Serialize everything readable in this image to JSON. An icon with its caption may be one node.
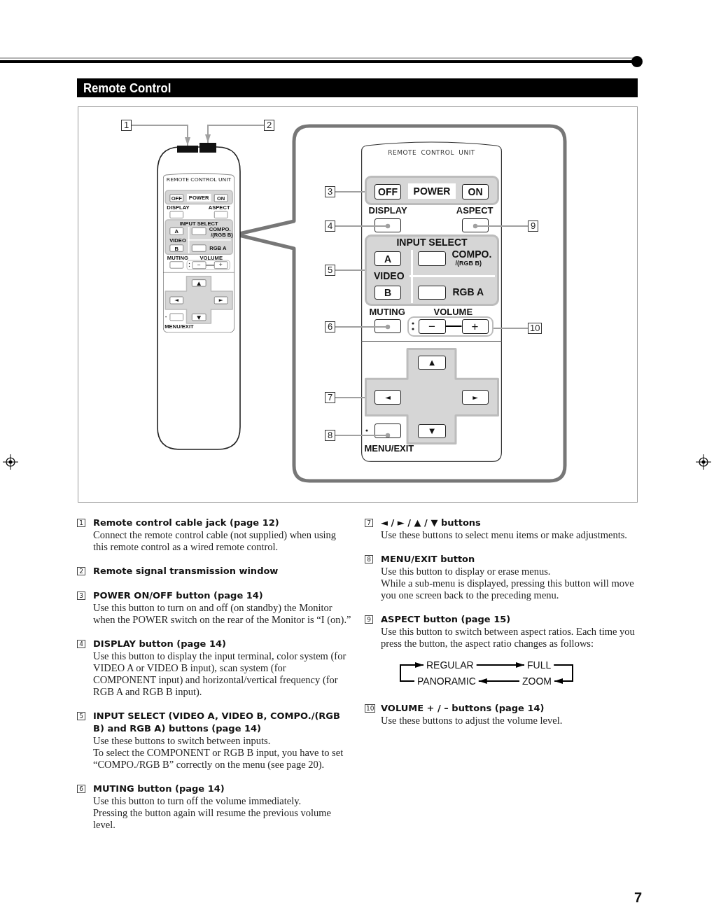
{
  "diagram": {
    "title": "Remote Control",
    "nodes": [
      {
        "text": [
          "1"
        ]
      },
      {
        "text": [
          "2"
        ]
      },
      {
        "text": [],
        "shape": "box"
      },
      {
        "text": [],
        "shape": "box"
      },
      {
        "text": [
          "REMOTE CONTROL UNIT"
        ]
      },
      {
        "text": [
          "POWER"
        ],
        "in": 4
      },
      {
        "text": [
          "OFF"
        ],
        "in": 5
      },
      {
        "text": [
          "ON"
        ],
        "in": 5
      },
      {
        "text": [
          "DISPLAY"
        ],
        "in": 4
      },
      {
        "text": [
          "ASPECT"
        ],
        "in": 4
      },
      {
        "text": [
          "INPUT SELECT",
          "VIDEO"
        ],
        "in": 4
      },
      {
        "text": [
          "A"
        ],
        "in": 10
      },
      {
        "text": [
          "B"
        ],
        "in": 10
      },
      {
        "text": [
          "COMPO.",
          "/(RGB B)"
        ],
        "in": 10
      },
      {
        "text": [
          "RGB A"
        ],
        "in": 10
      },
      {
        "text": [
          "MUTING"
        ],
        "in": 4
      },
      {
        "text": [
          "VOLUME"
        ],
        "in": 4
      },
      {
        "text": [
          "−"
        ],
        "in": 16
      },
      {
        "text": [
          "+"
        ],
        "in": 16
      },
      {
        "text": [],
        "shape": "cross",
        "in": 4
      },
      {
        "text": [
          "▲"
        ],
        "in": 19
      },
      {
        "text": [
          "◄"
        ],
        "in": 19
      },
      {
        "text": [
          "►"
        ],
        "in": 19
      },
      {
        "text": [
          "▼"
        ],
        "in": 19
      },
      {
        "text": [
          "MENU/EXIT"
        ],
        "in": 4
      },
      {
        "text": [
          "3"
        ]
      },
      {
        "text": [
          "4"
        ]
      },
      {
        "text": [
          "5"
        ]
      },
      {
        "text": [
          "6"
        ]
      },
      {
        "text": [
          "7"
        ]
      },
      {
        "text": [
          "8"
        ]
      },
      {
        "text": [
          "9"
        ]
      },
      {
        "text": [
          "10"
        ]
      },
      {
        "text": [
          "REGULAR"
        ]
      },
      {
        "text": [
          "FULL"
        ]
      },
      {
        "text": [
          "PANORAMIC"
        ]
      },
      {
        "text": [
          "ZOOM"
        ]
      }
    ],
    "edges": [
      {
        "from": 0,
        "to": 2,
        "arrow": "to"
      },
      {
        "from": 1,
        "to": 3,
        "arrow": "to"
      },
      {
        "from": 25,
        "to": 5,
        "arrow": "none"
      },
      {
        "from": 26,
        "to": 8,
        "arrow": "other"
      },
      {
        "from": 27,
        "to": 10,
        "arrow": "none"
      },
      {
        "from": 28,
        "to": 15,
        "arrow": "other"
      },
      {
        "from": 29,
        "to": 19,
        "arrow": "none"
      },
      {
        "from": 30,
        "to": 24,
        "arrow": "other"
      },
      {
        "from": 31,
        "to": 9,
        "arrow": "other"
      },
      {
        "from": 32,
        "to": 16,
        "arrow": "none"
      },
      {
        "from": 33,
        "to": 34,
        "arrow": "to",
        "color": "#000000"
      },
      {
        "from": 34,
        "to": 36,
        "arrow": "to",
        "color": "#000000"
      },
      {
        "from": 36,
        "to": 35,
        "arrow": "to",
        "color": "#000000"
      },
      {
        "from": 35,
        "to": 33,
        "arrow": "to",
        "color": "#000000"
      },
      {
        "from": 17,
        "to": 18,
        "arrow": "none",
        "color": "#000000"
      }
    ],
    "labels": [
      "REMOTE CONTROL UNIT",
      "OFF",
      "POWER",
      "ON",
      "DISPLAY",
      "ASPECT",
      "INPUT SELECT",
      "A",
      "COMPO.",
      "/(RGB B)",
      "VIDEO",
      "B",
      "RGB A",
      "MUTING",
      "VOLUME",
      "−",
      "+",
      "▲",
      "◄",
      "►",
      "▼",
      "MENU/EXIT",
      "1",
      "Remote control cable jack (page 12)",
      "Connect the remote control cable (not supplied) when using this remote control as a wired remote control.",
      "2",
      "Remote signal transmission window",
      "3",
      "POWER ON/OFF button (page 14)",
      "Use this button to turn on and off (on standby) the Monitor when the POWER switch on the rear of the Monitor is “I (on).”",
      "4",
      "DISPLAY button (page 14)",
      "Use this button to display the input terminal, color system (for VIDEO A or VIDEO B input), scan system (for COMPONENT input) and horizontal/vertical frequency (for RGB A and RGB B input).",
      "5",
      "INPUT SELECT (VIDEO A, VIDEO B, COMPO./(RGB B) and RGB A) buttons (page 14)",
      "Use these buttons to switch between inputs.",
      "To select the COMPONENT or RGB B input, you have to set “COMPO./RGB B” correctly on the menu (see page 20).",
      "6",
      "MUTING button (page 14)",
      "Use this button to turn off the volume immediately.",
      "Pressing the button again will resume the previous volume level.",
      "7",
      "◄ / ► / ▲ / ▼ buttons",
      "Use these buttons to select menu items or make adjustments.",
      "8",
      "MENU/EXIT button",
      "Use this button to display or erase menus.",
      "While a sub-menu is displayed, pressing this button will move you one screen back to the preceding menu.",
      "9",
      "ASPECT button (page 15)",
      "Use this button to switch between aspect ratios. Each time you press the button, the aspect ratio changes as follows:",
      "10",
      "VOLUME + / – buttons (page 14)",
      "Use these buttons to adjust the volume level.",
      "7"
    ]
  }
}
